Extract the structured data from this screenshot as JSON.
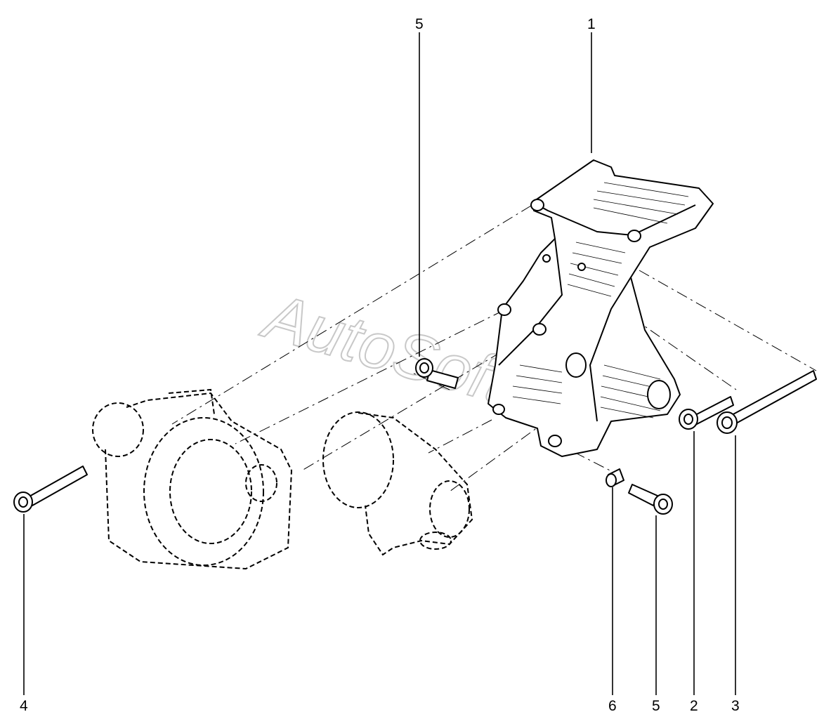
{
  "watermark": "AutoSoft",
  "callouts": {
    "bracket": "1",
    "bolt_short_right": "2",
    "bolt_long_right": "3",
    "bolt_left": "4",
    "bolt_top": "5",
    "bolt_bottom": "5",
    "bushing": "6"
  }
}
